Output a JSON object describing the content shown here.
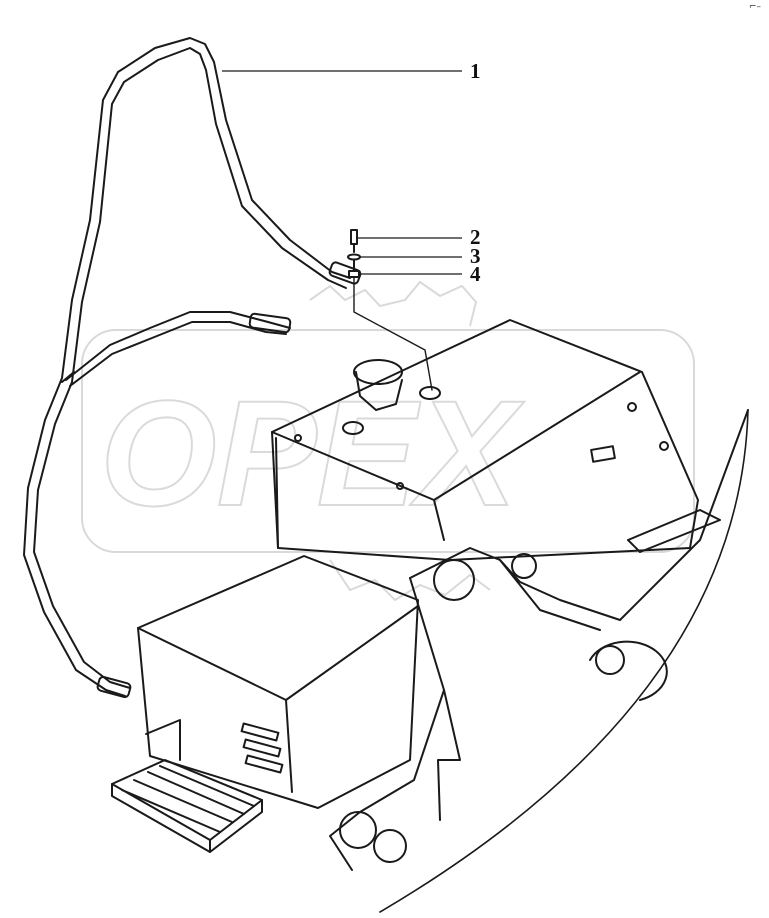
{
  "diagram": {
    "watermark_text": "OPEX",
    "corner_mark": "⌐–",
    "callouts": [
      {
        "number": "1",
        "part": "handrail"
      },
      {
        "number": "2",
        "part": "bolt"
      },
      {
        "number": "3",
        "part": "washer"
      },
      {
        "number": "4",
        "part": "nut"
      }
    ]
  },
  "colors": {
    "line": "#1a1a1a",
    "watermark": "#d9d9d9",
    "background": "#ffffff"
  }
}
